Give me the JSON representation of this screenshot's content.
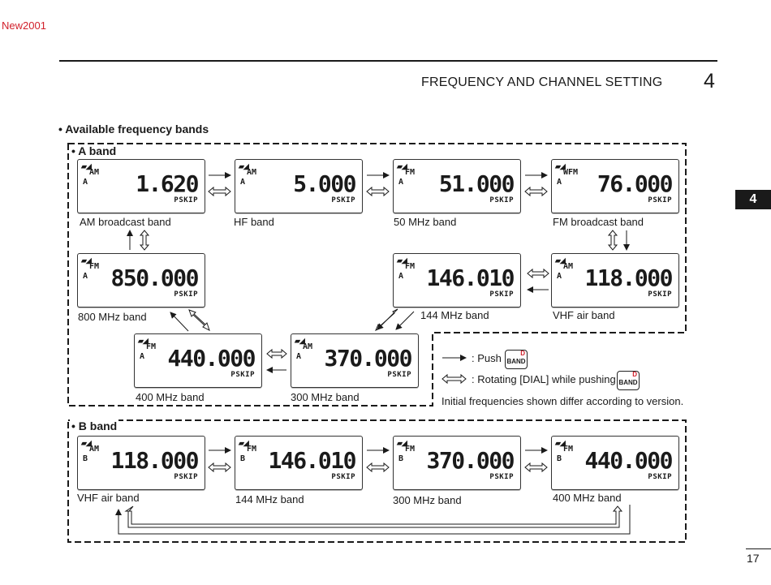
{
  "header": {
    "doc_id": "New2001",
    "chapter_title": "FREQUENCY AND CHANNEL SETTING",
    "chapter_number": "4",
    "side_tab": "4"
  },
  "section_title": "• Available frequency bands",
  "a_band": {
    "title": "• A band",
    "displays": [
      {
        "mode": "AM",
        "band": "A",
        "freq": "1.620",
        "skip": "PSKIP",
        "caption": "AM broadcast band"
      },
      {
        "mode": "AM",
        "band": "A",
        "freq": "5.000",
        "skip": "PSKIP",
        "caption": "HF band"
      },
      {
        "mode": "FM",
        "band": "A",
        "freq": "51.000",
        "skip": "PSKIP",
        "caption": "50 MHz band"
      },
      {
        "mode": "WFM",
        "band": "A",
        "freq": "76.000",
        "skip": "PSKIP",
        "caption": "FM broadcast band"
      },
      {
        "mode": "FM",
        "band": "A",
        "freq": "850.000",
        "skip": "PSKIP",
        "caption": "800 MHz band"
      },
      {
        "mode": "FM",
        "band": "A",
        "freq": "146.010",
        "skip": "PSKIP",
        "caption": "144 MHz band"
      },
      {
        "mode": "AM",
        "band": "A",
        "freq": "118.000",
        "skip": "PSKIP",
        "caption": "VHF air band"
      },
      {
        "mode": "FM",
        "band": "A",
        "freq": "440.000",
        "skip": "PSKIP",
        "caption": "400 MHz band"
      },
      {
        "mode": "AM",
        "band": "A",
        "freq": "370.000",
        "skip": "PSKIP",
        "caption": "300 MHz band"
      }
    ]
  },
  "legend": {
    "push": ": Push",
    "rotate": ": Rotating [DIAL] while pushing",
    "key_label": "BAND",
    "key_sup": "D",
    "note": "Initial frequencies shown differ according to version."
  },
  "b_band": {
    "title": "• B band",
    "displays": [
      {
        "mode": "AM",
        "band": "B",
        "freq": "118.000",
        "skip": "PSKIP",
        "caption": "VHF air band"
      },
      {
        "mode": "FM",
        "band": "B",
        "freq": "146.010",
        "skip": "PSKIP",
        "caption": "144 MHz band"
      },
      {
        "mode": "FM",
        "band": "B",
        "freq": "370.000",
        "skip": "PSKIP",
        "caption": "300 MHz band"
      },
      {
        "mode": "FM",
        "band": "B",
        "freq": "440.000",
        "skip": "PSKIP",
        "caption": "400 MHz band"
      }
    ]
  },
  "footer": {
    "page_number": "17"
  }
}
